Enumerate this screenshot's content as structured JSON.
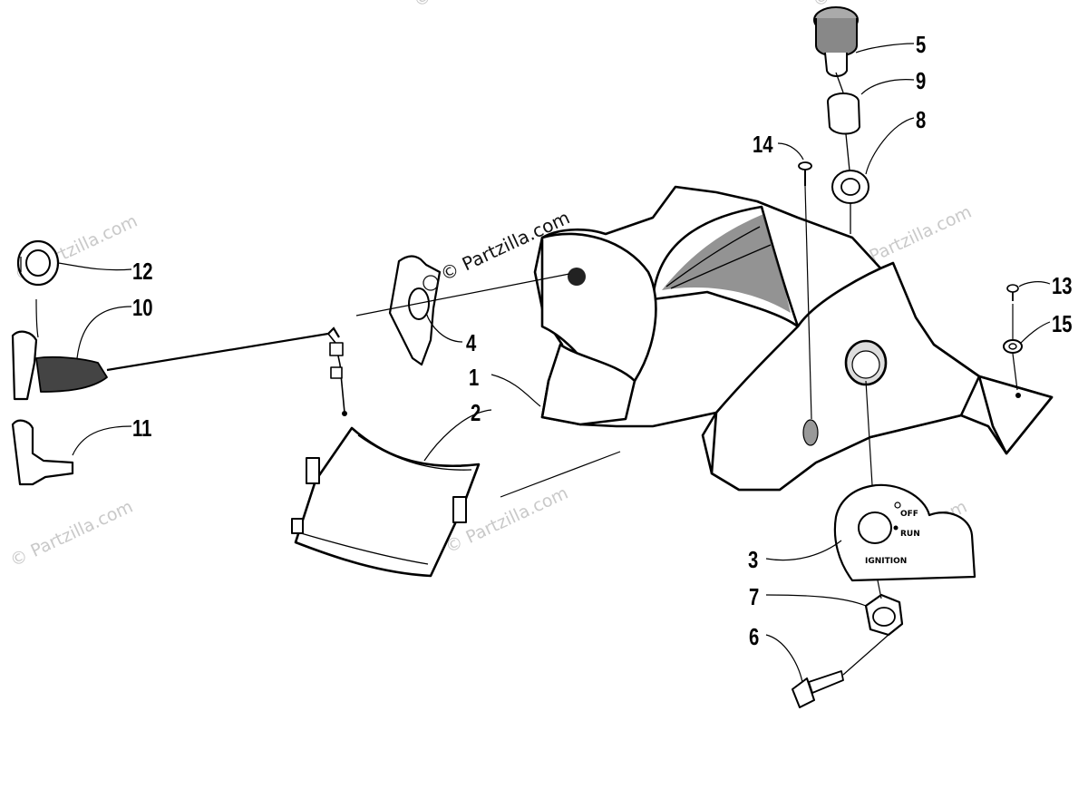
{
  "watermark": {
    "main": "© Partzilla.com",
    "repeat": "© Partzilla.com"
  },
  "ignition_plate": {
    "off": "OFF",
    "run": "RUN",
    "ignition": "IGNITION"
  },
  "callouts": [
    "1",
    "2",
    "3",
    "4",
    "5",
    "6",
    "7",
    "8",
    "9",
    "10",
    "11",
    "12",
    "13",
    "14",
    "15"
  ]
}
